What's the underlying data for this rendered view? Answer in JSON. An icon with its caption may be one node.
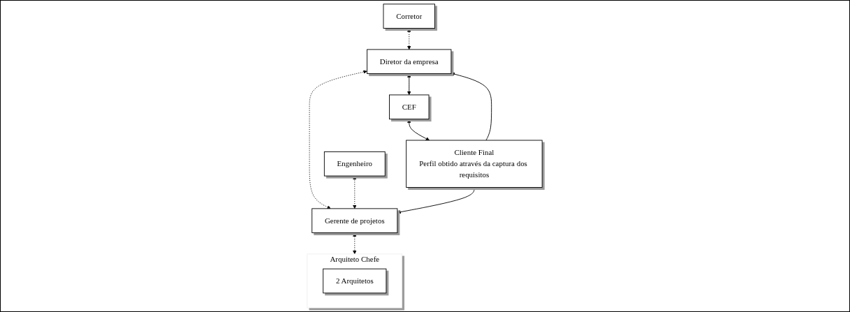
{
  "diagram": {
    "nodes": [
      {
        "text": [
          "Corretor"
        ]
      },
      {
        "text": [
          "Diretor da empresa"
        ]
      },
      {
        "text": [
          "CEF"
        ]
      },
      {
        "text": [
          "Engenheiro"
        ]
      },
      {
        "text": [
          "Gerente de projetos"
        ]
      },
      {
        "text": [
          "Cliente Final",
          "Perfil obtido através da captura dos requisitos"
        ]
      },
      {
        "text": [
          "Arquiteto Chefe"
        ]
      },
      {
        "text": [
          "2 Arquitetos"
        ],
        "in": 6
      }
    ],
    "edges": [
      {
        "from": 0,
        "to": 1,
        "arrow": "both",
        "style": "dashed"
      },
      {
        "from": 1,
        "to": 2,
        "arrow": "both"
      },
      {
        "from": 5,
        "to": 1,
        "arrow": "to"
      },
      {
        "from": 2,
        "to": 5,
        "arrow": "both"
      },
      {
        "from": 1,
        "to": 4,
        "arrow": "both",
        "style": "dashed"
      },
      {
        "from": 3,
        "to": 4,
        "arrow": "both",
        "style": "dashed"
      },
      {
        "from": 5,
        "to": 4,
        "arrow": "to"
      },
      {
        "from": 4,
        "to": 6,
        "arrow": "both",
        "style": "dashed"
      }
    ]
  }
}
